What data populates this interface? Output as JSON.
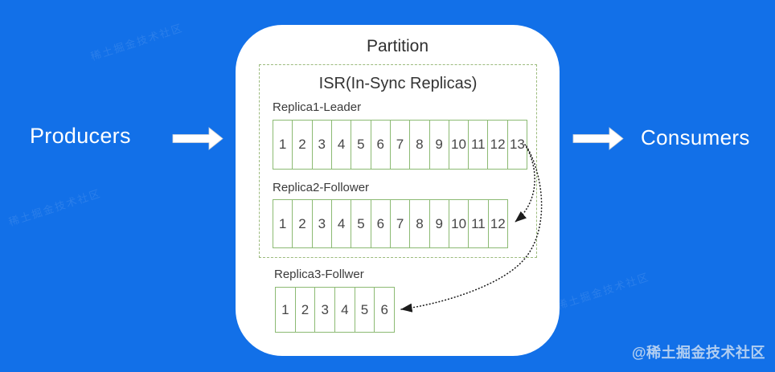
{
  "colors": {
    "background": "#1270e8",
    "panel": "#ffffff",
    "cell_border": "#8cba73",
    "isr_border": "#9cbb7d",
    "number": "#464646",
    "curve": "#1c1c1c",
    "arrow_fill": "#ffffff"
  },
  "left": {
    "label": "Producers"
  },
  "right": {
    "label": "Consumers"
  },
  "partition": {
    "title": "Partition",
    "isr": {
      "title": "ISR(In-Sync Replicas)",
      "replicas": [
        {
          "label": "Replica1-Leader",
          "cells": [
            "1",
            "2",
            "3",
            "4",
            "5",
            "6",
            "7",
            "8",
            "9",
            "10",
            "11",
            "12",
            "13"
          ]
        },
        {
          "label": "Replica2-Follower",
          "cells": [
            "1",
            "2",
            "3",
            "4",
            "5",
            "6",
            "7",
            "8",
            "9",
            "10",
            "11",
            "12"
          ]
        }
      ]
    },
    "replica3": {
      "label": "Replica3-Follwer",
      "cells": [
        "1",
        "2",
        "3",
        "4",
        "5",
        "6"
      ]
    }
  },
  "watermarks": {
    "signature": "@稀土掘金技术社区",
    "tile_text": "稀土掘金技术社区"
  }
}
